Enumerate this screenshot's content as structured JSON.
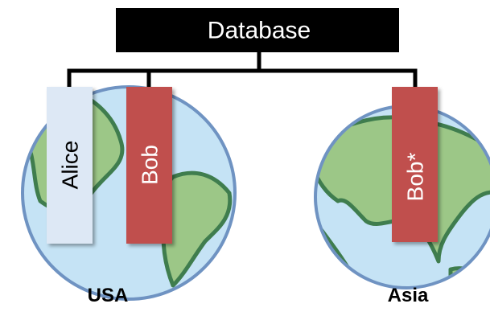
{
  "database": {
    "label": "Database"
  },
  "regions": [
    {
      "label": "USA",
      "records": [
        {
          "label": "Alice",
          "color": "#dde8f5",
          "text_color": "#000000"
        },
        {
          "label": "Bob",
          "color": "#c0504d",
          "text_color": "#ffffff"
        }
      ]
    },
    {
      "label": "Asia",
      "records": [
        {
          "label": "Bob*",
          "color": "#c0504d",
          "text_color": "#ffffff"
        }
      ]
    }
  ],
  "colors": {
    "database_box": "#000000",
    "connector": "#000000",
    "globe_ocean": "#c5e3f5",
    "globe_border": "#6f93c2",
    "globe_land": "#9cc787",
    "globe_land_edge": "#3f7d4e"
  },
  "icons": {
    "region": "globe-icon"
  }
}
